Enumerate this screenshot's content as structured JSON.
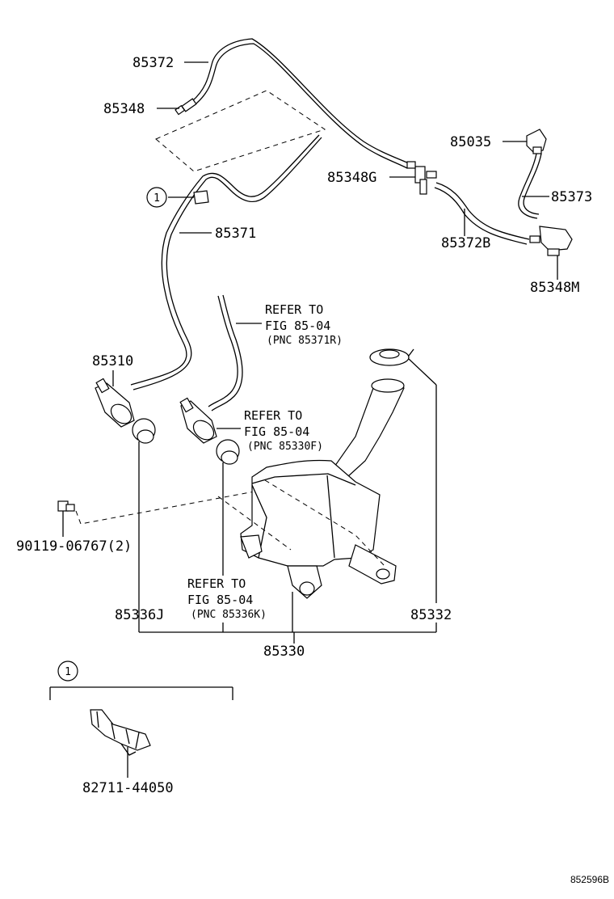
{
  "labels": {
    "p85372": "85372",
    "p85348": "85348",
    "p85035": "85035",
    "p85348G": "85348G",
    "p85373": "85373",
    "p85371": "85371",
    "p85372B": "85372B",
    "p85348M": "85348M",
    "p85310": "85310",
    "p90119": "90119-06767(2)",
    "p85336J": "85336J",
    "p85332": "85332",
    "p85330": "85330",
    "p82711": "82711-44050"
  },
  "callouts": {
    "callout1_top": "1",
    "callout1_bottom": "1"
  },
  "references": {
    "ref1": {
      "line1": "REFER TO",
      "line2": "FIG 85-04",
      "line3": "(PNC 85371R)"
    },
    "ref2": {
      "line1": "REFER TO",
      "line2": "FIG 85-04",
      "line3": "(PNC 85330F)"
    },
    "ref3": {
      "line1": "REFER TO",
      "line2": "FIG 85-04",
      "line3": "(PNC 85336K)"
    }
  },
  "figure_code": "852596B"
}
